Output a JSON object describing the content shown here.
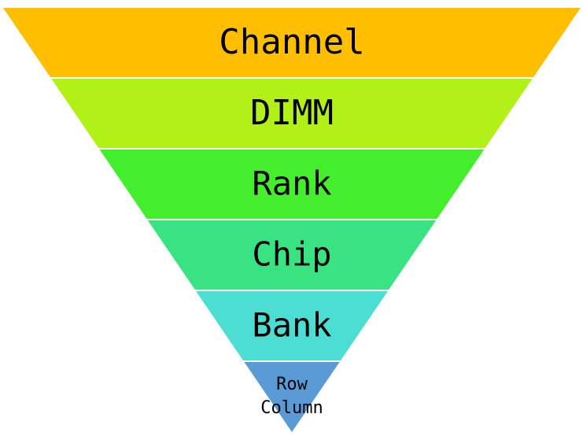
{
  "diagram": {
    "type": "inverted-funnel",
    "layers": [
      {
        "label_lines": [
          "Channel"
        ],
        "color": "#FFBF00"
      },
      {
        "label_lines": [
          "DIMM"
        ],
        "color": "#B2F118"
      },
      {
        "label_lines": [
          "Rank"
        ],
        "color": "#45EE2D"
      },
      {
        "label_lines": [
          "Chip"
        ],
        "color": "#39E382"
      },
      {
        "label_lines": [
          "Bank"
        ],
        "color": "#4CDDD3"
      },
      {
        "label_lines": [
          "Row",
          "Column"
        ],
        "color": "#5B9BD5"
      }
    ]
  }
}
